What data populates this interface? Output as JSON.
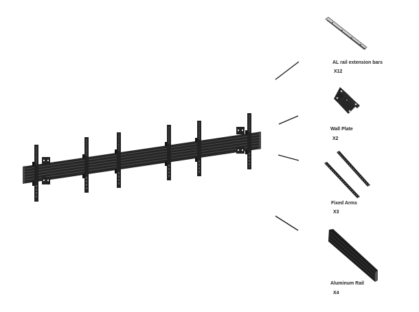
{
  "diagram": {
    "type": "exploded-assembly",
    "subject": "video wall mount rail with six mounting arms",
    "main_assembly": {
      "rail_count_visible": 1,
      "arm_count_visible": 6,
      "wall_plate_count_visible": 2
    },
    "components": [
      {
        "id": "al-rail-extension-bars",
        "label": "AL rail extension bars",
        "quantity": "X12"
      },
      {
        "id": "wall-plate",
        "label": "Wall Plate",
        "quantity": "X2"
      },
      {
        "id": "fixed-arms",
        "label": "Fixed Arms",
        "quantity": "X3"
      },
      {
        "id": "aluminum-rail",
        "label": "Aluminum Rail",
        "quantity": "X4"
      }
    ],
    "colors": {
      "background": "#ffffff",
      "part": "#2a2a2a",
      "part_highlight": "#6a6a6a",
      "extension_bar": "#c8c8c8",
      "leader_line": "#1a1a1a",
      "text": "#222222"
    }
  }
}
